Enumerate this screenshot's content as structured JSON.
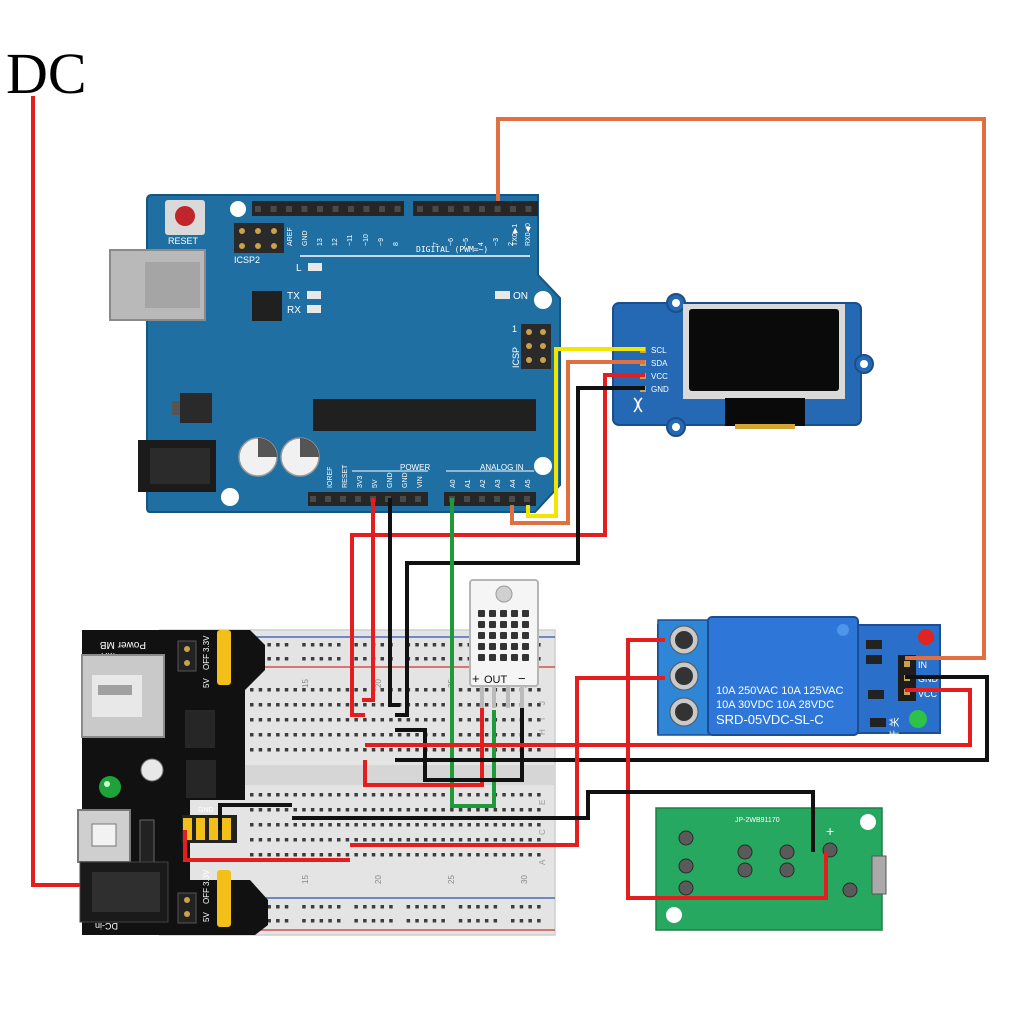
{
  "title": "DC",
  "arduino": {
    "reset_label": "RESET",
    "icsp2_label": "ICSP2",
    "icsp_label": "ICSP",
    "icsp_pin1": "1",
    "led_l": "L",
    "led_tx": "TX",
    "led_rx": "RX",
    "led_on": "ON",
    "digital_label": "DIGITAL (PWM=~)",
    "top_pins": [
      "AREF",
      "GND",
      "13",
      "12",
      "~11",
      "~10",
      "~9",
      "8",
      "7",
      "~6",
      "~5",
      "4",
      "~3",
      "2",
      "TX0▶1",
      "RX0◀0"
    ],
    "power_label": "POWER",
    "power_pins": [
      "IOREF",
      "RESET",
      "3V3",
      "5V",
      "GND",
      "GND",
      "VIN"
    ],
    "analog_label": "ANALOG IN",
    "analog_pins": [
      "A0",
      "A1",
      "A2",
      "A3",
      "A4",
      "A5"
    ]
  },
  "oled": {
    "pins": [
      "SCL",
      "SDA",
      "VCC",
      "GND"
    ]
  },
  "sensor": {
    "pin_plus": "+",
    "pin_out": "OUT",
    "pin_minus": "−"
  },
  "power_module": {
    "name": "Power MB",
    "brand": "MH",
    "v5": "5V",
    "off": "OFF",
    "v33": "3.3V",
    "gnd": "GND",
    "dcin": "DC-in"
  },
  "breadboard": {
    "col_numbers": [
      "15",
      "20",
      "25",
      "30"
    ],
    "row_letters": [
      "J",
      "I",
      "H",
      "E",
      "C",
      "A"
    ]
  },
  "relay": {
    "line1": "10A 250VAC  10A 125VAC",
    "line2": "10A  30VDC  10A  28VDC",
    "model": "SRD-05VDC-SL-C",
    "pin_in": "IN",
    "pin_gnd": "GND",
    "pin_vcc": "VCC",
    "side_label": "开 关"
  },
  "green_board": {
    "label": "JP-2WB91170",
    "plus": "+"
  },
  "colors": {
    "arduino": "#1f6fa3",
    "wire_red": "#e41e1e",
    "wire_black": "#111111",
    "wire_yellow": "#f2e600",
    "wire_orange": "#e07040",
    "wire_green": "#1f9a3a",
    "relay_blue": "#2a6fc9",
    "pcb_green": "#27a860"
  }
}
